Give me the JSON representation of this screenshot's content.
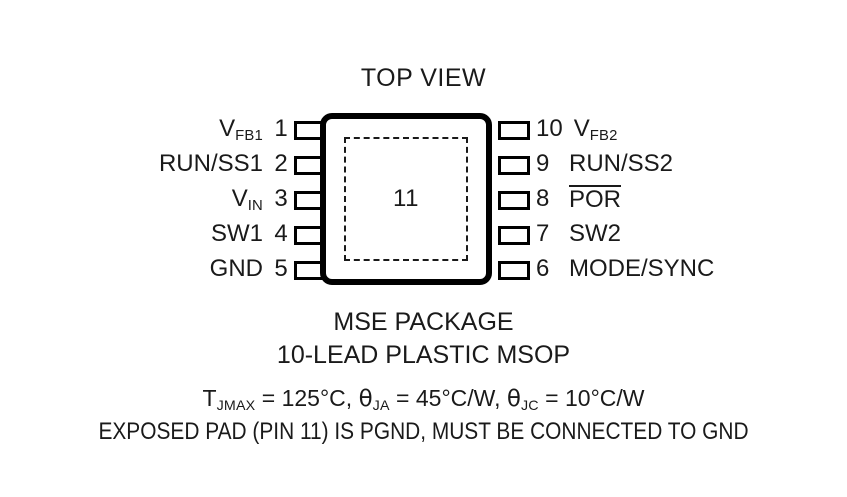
{
  "diagram": {
    "title": "TOP VIEW",
    "pad_number": "11",
    "package_name": "MSE PACKAGE",
    "package_desc": "10-LEAD PLASTIC MSOP",
    "thermal": {
      "tjmax_label": "T",
      "tjmax_sub": "JMAX",
      "tjmax_value": " = 125°C, ",
      "theta_ja_symbol": "θ",
      "theta_ja_sub": "JA",
      "theta_ja_value": " = 45°C/W, ",
      "theta_jc_symbol": "θ",
      "theta_jc_sub": "JC",
      "theta_jc_value": " = 10°C/W",
      "full_text": "TJMAX = 125°C, θJA = 45°C/W, θJC = 10°C/W"
    },
    "note": "EXPOSED PAD (PIN 11) IS PGND, MUST BE CONNECTED TO GND",
    "colors": {
      "ink": "#1a1a1a",
      "outline": "#000000",
      "background": "#ffffff"
    },
    "pins_left": [
      {
        "number": "1",
        "name": "V",
        "sub": "FB1",
        "overline": false
      },
      {
        "number": "2",
        "name": "RUN/SS1",
        "sub": "",
        "overline": false
      },
      {
        "number": "3",
        "name": "V",
        "sub": "IN",
        "overline": false
      },
      {
        "number": "4",
        "name": "SW1",
        "sub": "",
        "overline": false
      },
      {
        "number": "5",
        "name": "GND",
        "sub": "",
        "overline": false
      }
    ],
    "pins_right": [
      {
        "number": "10",
        "name": "V",
        "sub": "FB2",
        "overline": false
      },
      {
        "number": "9",
        "name": "RUN/SS2",
        "sub": "",
        "overline": false
      },
      {
        "number": "8",
        "name": "POR",
        "sub": "",
        "overline": true
      },
      {
        "number": "7",
        "name": "SW2",
        "sub": "",
        "overline": false
      },
      {
        "number": "6",
        "name": "MODE/SYNC",
        "sub": "",
        "overline": false
      }
    ]
  }
}
